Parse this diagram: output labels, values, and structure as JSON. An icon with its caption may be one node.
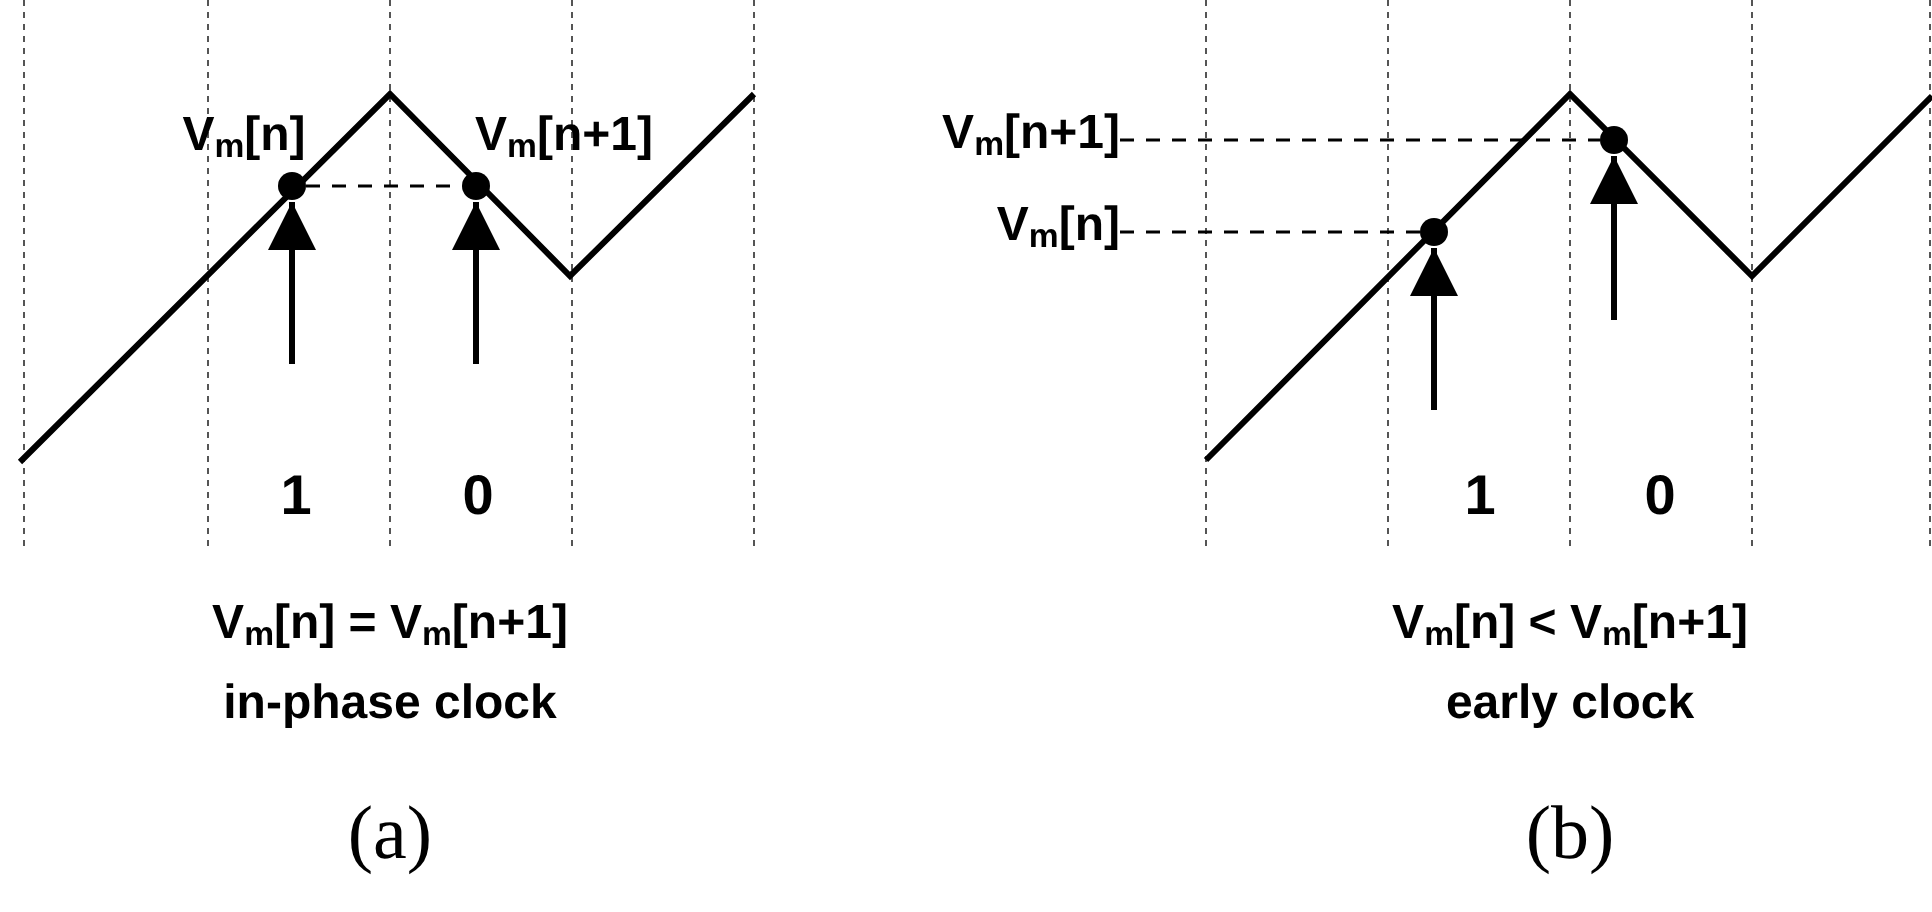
{
  "diagram": {
    "nodes": [
      {
        "text": [],
        "shape": "circle"
      },
      {
        "text": [],
        "shape": "circle"
      },
      {
        "text": [
          "V$_{m}$[n+1]"
        ]
      },
      {
        "text": [
          "V$_{m}$[n]"
        ]
      },
      {
        "text": [],
        "shape": "circle"
      },
      {
        "text": [],
        "shape": "circle"
      }
    ],
    "edges": [
      {
        "from": 0,
        "to": 1,
        "arrow": "none",
        "style": "dashed"
      },
      {
        "from": 2,
        "to": 5,
        "arrow": "none",
        "style": "dashed"
      },
      {
        "from": 3,
        "to": 4,
        "arrow": "none",
        "style": "dashed"
      },
      {
        "from": null,
        "to": 0,
        "arrow": "to"
      },
      {
        "from": null,
        "to": 1,
        "arrow": "to"
      },
      {
        "from": null,
        "to": 4,
        "arrow": "to"
      },
      {
        "from": null,
        "to": 5,
        "arrow": "to"
      }
    ],
    "labels": [
      "V$_{m}$[n]",
      "V$_{m}$[n+1]",
      "1",
      "0",
      "V$_{m}$[n] = V$_{m}$[n+1]",
      "in-phase clock",
      "(a)",
      "1",
      "0",
      "V$_{m}$[n] < V$_{m}$[n+1]",
      "early clock",
      "(b)"
    ]
  }
}
